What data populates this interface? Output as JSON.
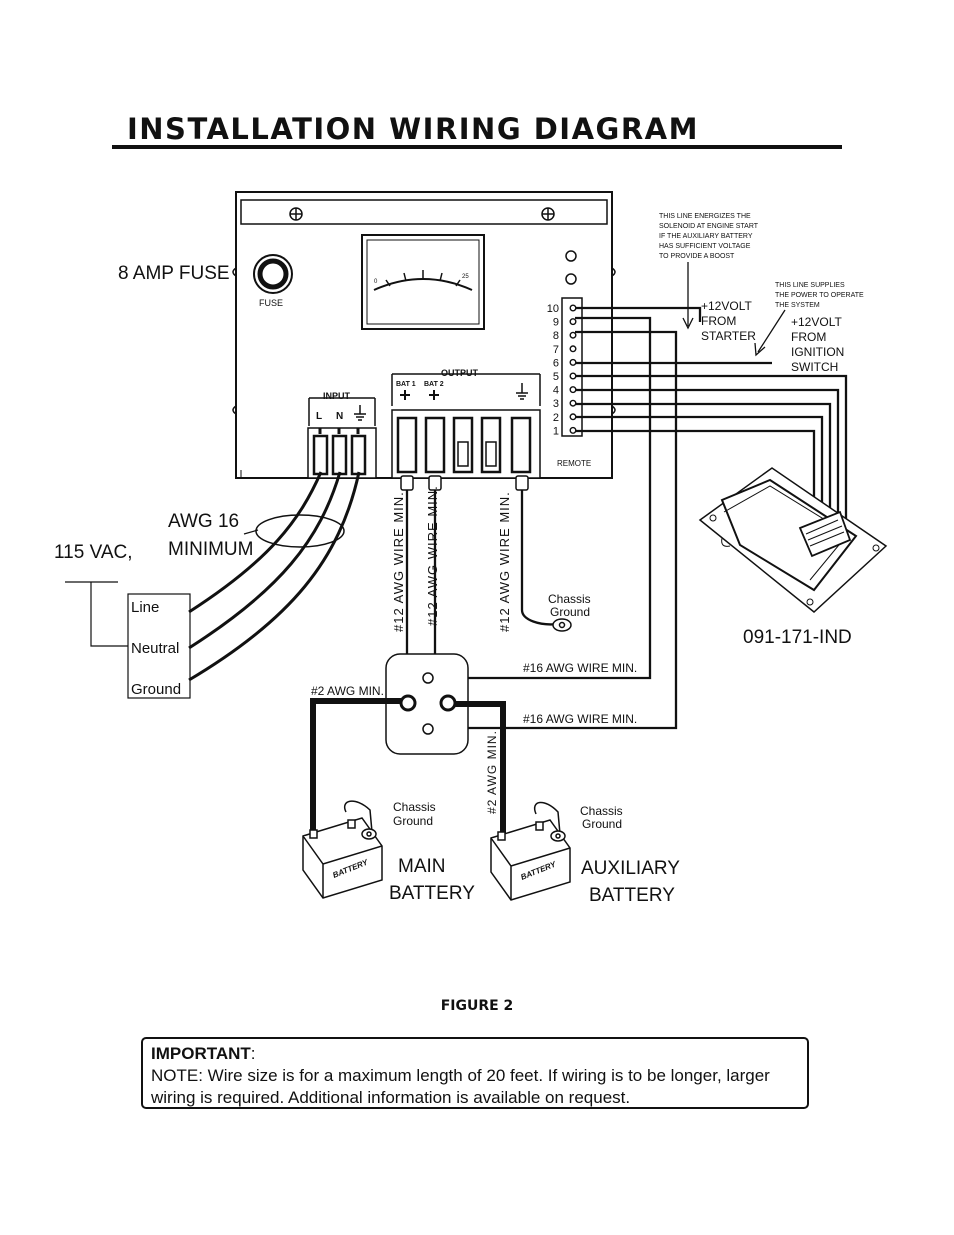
{
  "title": "INSTALLATION WIRING DIAGRAM",
  "figure_caption": "FIGURE 2",
  "important": {
    "heading": "IMPORTANT",
    "colon": ":",
    "note": "NOTE: Wire size is for a maximum length of 20 feet. If wiring is to be longer, larger wiring is required. Additional information is available on request."
  },
  "unit": {
    "fuse_text": "FUSE",
    "fuse_label": "8 AMP FUSE",
    "meter_min": "0",
    "meter_max": "25",
    "input_label": "INPUT",
    "input_terms": [
      "L",
      "N"
    ],
    "output_label": "OUTPUT",
    "bat1": "BAT 1",
    "bat2": "BAT 2",
    "remote_label": "REMOTE",
    "remote_pins": [
      "10",
      "9",
      "8",
      "7",
      "6",
      "5",
      "4",
      "3",
      "2",
      "1"
    ]
  },
  "notes": {
    "starter_note": [
      "THIS LINE ENERGIZES THE",
      "SOLENOID AT ENGINE START",
      "IF THE AUXILIARY BATTERY",
      "HAS SUFFICIENT VOLTAGE",
      "TO PROVIDE A BOOST"
    ],
    "starter_label": [
      "+12VOLT",
      "FROM",
      "STARTER"
    ],
    "ignition_note": [
      "THIS LINE SUPPLIES",
      " THE POWER TO OPERATE",
      "  THE SYSTEM"
    ],
    "ignition_label": [
      "+12VOLT",
      "FROM",
      "IGNITION",
      "SWITCH"
    ]
  },
  "ac": {
    "awg": [
      "AWG 16",
      "MINIMUM"
    ],
    "vac": "115 VAC,",
    "lines": [
      "Line",
      "Neutral",
      "Ground"
    ]
  },
  "wires": {
    "awg12": "#12 AWG WIRE MIN.",
    "awg16_top": "#16 AWG WIRE MIN.",
    "awg16_bottom": "#16 AWG WIRE MIN.",
    "awg2_left": "#2 AWG MIN.",
    "awg2_right": "#2 AWG MIN."
  },
  "grounds": {
    "chassis": "Chassis",
    "ground": "Ground"
  },
  "remote_part": "091-171-IND",
  "batteries": {
    "battery_text": "BATTERY",
    "main": [
      "MAIN",
      "BATTERY"
    ],
    "aux": [
      "AUXILIARY",
      "BATTERY"
    ]
  }
}
